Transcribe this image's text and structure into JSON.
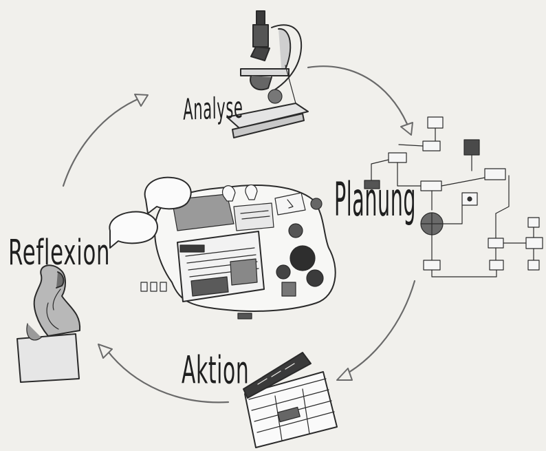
{
  "cycle": {
    "stages": [
      {
        "id": "analyse",
        "label": "Analyse"
      },
      {
        "id": "planung",
        "label": "Planung"
      },
      {
        "id": "aktion",
        "label": "Aktion"
      },
      {
        "id": "reflexion",
        "label": "Reflexion"
      }
    ]
  },
  "icons": {
    "analyse": "microscope-icon",
    "planung": "flowchart-icon",
    "aktion": "clapperboard-icon",
    "reflexion": "thinker-statue-icon",
    "center": "workspace-collage-icon"
  },
  "colors": {
    "background": "#f1f0ec",
    "ink": "#2a2a2a",
    "arrow": "#6a6a6a"
  }
}
